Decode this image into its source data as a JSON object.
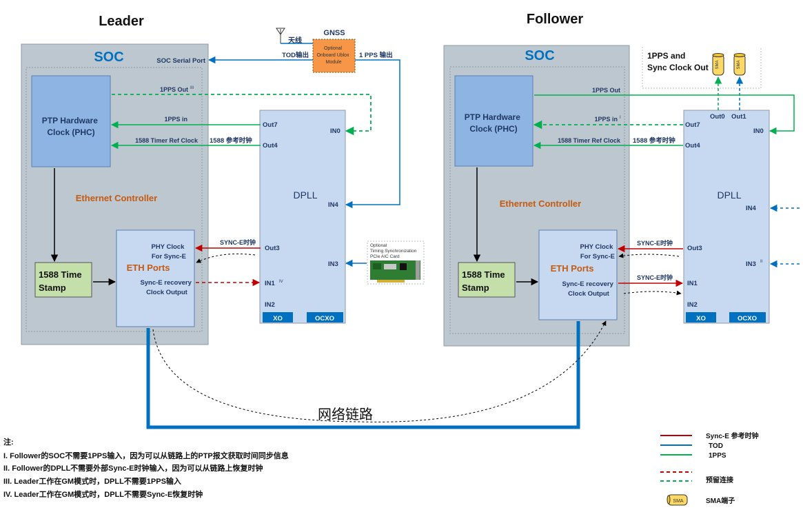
{
  "titles": {
    "leader": "Leader",
    "follower": "Follower"
  },
  "colors": {
    "sync_e": "#c00000",
    "tod": "#0070c0",
    "pps": "#00b050",
    "soc_fill": "#bdc7cf",
    "phc_fill": "#8eb4e3",
    "eth_fill": "#c6d9f1",
    "ts_fill": "#c4dfa9",
    "gnss_fill": "#f79646",
    "orange_text": "#c55a11",
    "soc_text": "#0070c0"
  },
  "leader": {
    "soc": "SOC",
    "soc_serial_port": "SOC Serial Port",
    "phc": [
      "PTP Hardware",
      "Clock (PHC)"
    ],
    "ethernet_controller": "Ethernet Controller",
    "time_stamp": [
      "1588 Time",
      "Stamp"
    ],
    "eth_ports": "ETH Ports",
    "phy_clock": [
      "PHY Clock",
      "For Sync-E"
    ],
    "synce_recovery": [
      "Sync-E recovery",
      "Clock Output"
    ],
    "pps_out": "1PPS Out",
    "pps_out_note": "III",
    "pps_in": "1PPS in",
    "timer_ref": "1588 Timer Ref Clock",
    "ref_clock_cn": "1588 参考时钟",
    "synce_clock_cn": "SYNC-E时钟",
    "dpll": "DPLL",
    "ports": {
      "out7": "Out7",
      "out4": "Out4",
      "out3": "Out3",
      "in0": "IN0",
      "in4": "IN4",
      "in3": "IN3",
      "in1": "IN1",
      "in1_note": "IV",
      "in2": "IN2"
    },
    "xo": "XO",
    "ocxo": "OCXO",
    "gnss": "GNSS",
    "antenna": "天线",
    "gnss_module": [
      "Optional",
      "Onboard Ublox",
      "Module"
    ],
    "tod_out": "TOD输出",
    "pps_out_cn": "1 PPS 输出",
    "timing_card": [
      "Optional",
      "Timing Synchronization",
      "PCIe AIC Card"
    ]
  },
  "follower": {
    "soc": "SOC",
    "phc": [
      "PTP Hardware",
      "Clock (PHC)"
    ],
    "ethernet_controller": "Ethernet Controller",
    "time_stamp": [
      "1588 Time",
      "Stamp"
    ],
    "eth_ports": "ETH Ports",
    "phy_clock": [
      "PHY Clock",
      "For Sync-E"
    ],
    "synce_recovery": [
      "Sync-E recovery",
      "Clock Output"
    ],
    "pps_out": "1PPS Out",
    "pps_in": "1PPS in",
    "pps_in_note": "I",
    "timer_ref": "1588 Timer Ref Clock",
    "ref_clock_cn": "1588 参考时钟",
    "synce_clock_cn_1": "SYNC-E时钟",
    "synce_clock_cn_2": "SYNC-E时钟",
    "dpll": "DPLL",
    "ports": {
      "out0": "Out0",
      "out1": "Out1",
      "out7": "Out7",
      "out4": "Out4",
      "out3": "Out3",
      "in0": "IN0",
      "in4": "IN4",
      "in3": "IN3",
      "in3_note": "II",
      "in1": "IN1",
      "in2": "IN2"
    },
    "xo": "XO",
    "ocxo": "OCXO",
    "sma_box": [
      "1PPS and",
      "Sync Clock Out"
    ],
    "sma": "SMA"
  },
  "network_link": "网络链路",
  "notes": {
    "title": "注:",
    "items": [
      "I.  Follower的SOC不需要1PPS输入，因为可以从链路上的PTP报文获取时间同步信息",
      "II.  Follower的DPLL不需要外部Sync-E时钟输入，因为可以从链路上恢复时钟",
      "III. Leader工作在GM模式时，DPLL不需要1PPS输入",
      "IV. Leader工作在GM模式时，DPLL不需要Sync-E恢复时钟"
    ]
  },
  "legend": {
    "sync_e": "Sync-E 参考时钟",
    "tod": "TOD",
    "pps": "1PPS",
    "reserved": "预留连接",
    "sma": "SMA端子",
    "sma_icon": "SMA"
  }
}
